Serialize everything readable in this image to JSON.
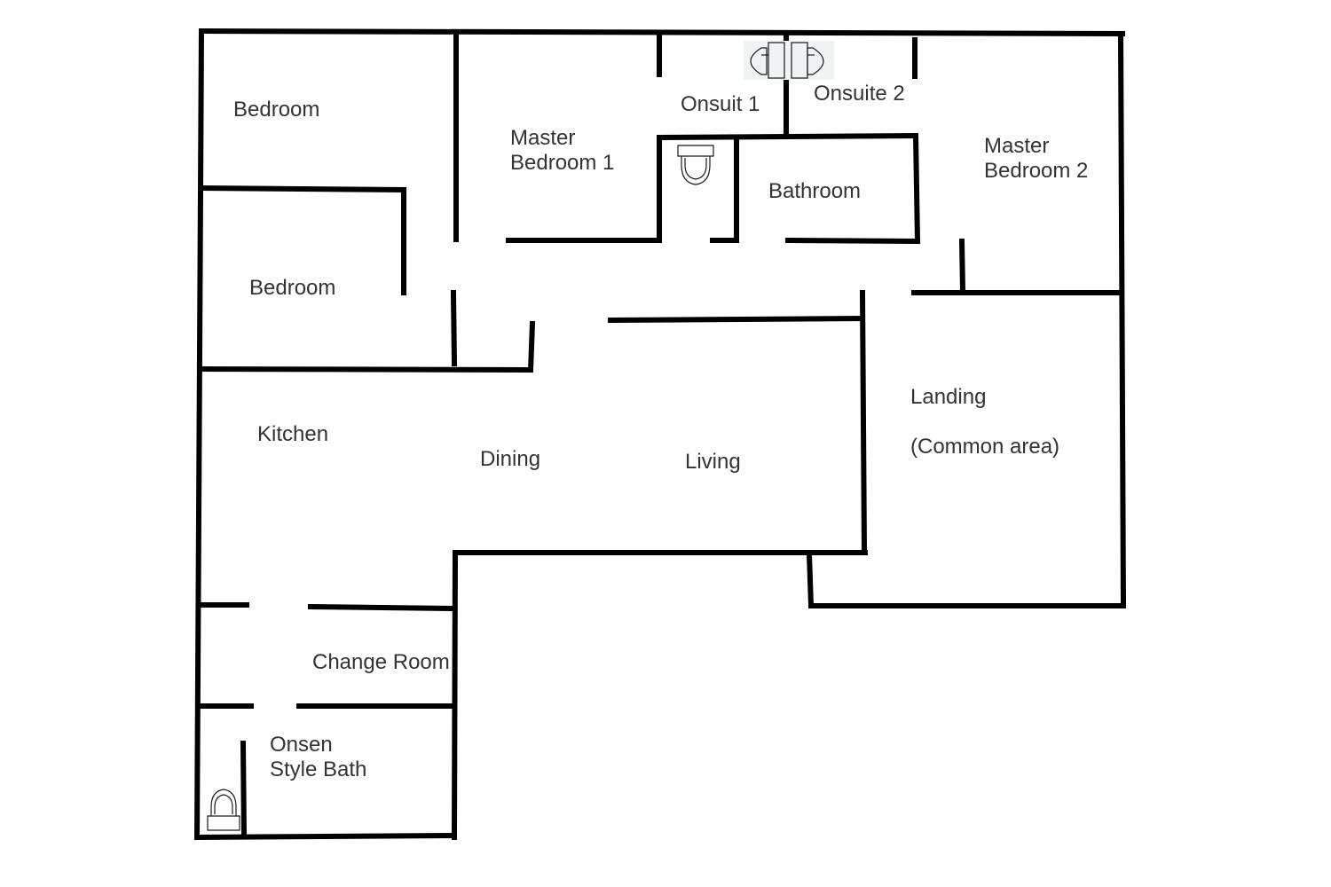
{
  "rooms": {
    "bedroom_top": "Bedroom",
    "bedroom_bottom": "Bedroom",
    "master_bedroom_1_line1": "Master",
    "master_bedroom_1_line2": "Bedroom 1",
    "onsuit_1": "Onsuit 1",
    "onsuite_2": "Onsuite 2",
    "bathroom": "Bathroom",
    "master_bedroom_2_line1": "Master",
    "master_bedroom_2_line2": "Bedroom 2",
    "kitchen": "Kitchen",
    "dining": "Dining",
    "living": "Living",
    "landing": "Landing",
    "landing_sub": "(Common area)",
    "change_room": "Change Room",
    "onsen_line1": "Onsen",
    "onsen_line2": "Style Bath"
  },
  "colors": {
    "wall": "#000000",
    "label": "#333333",
    "background": "#ffffff"
  },
  "icons": {
    "sink_pair": "double-sink-icon",
    "toilet_onsuit": "toilet-icon",
    "toilet_onsen": "toilet-icon"
  }
}
